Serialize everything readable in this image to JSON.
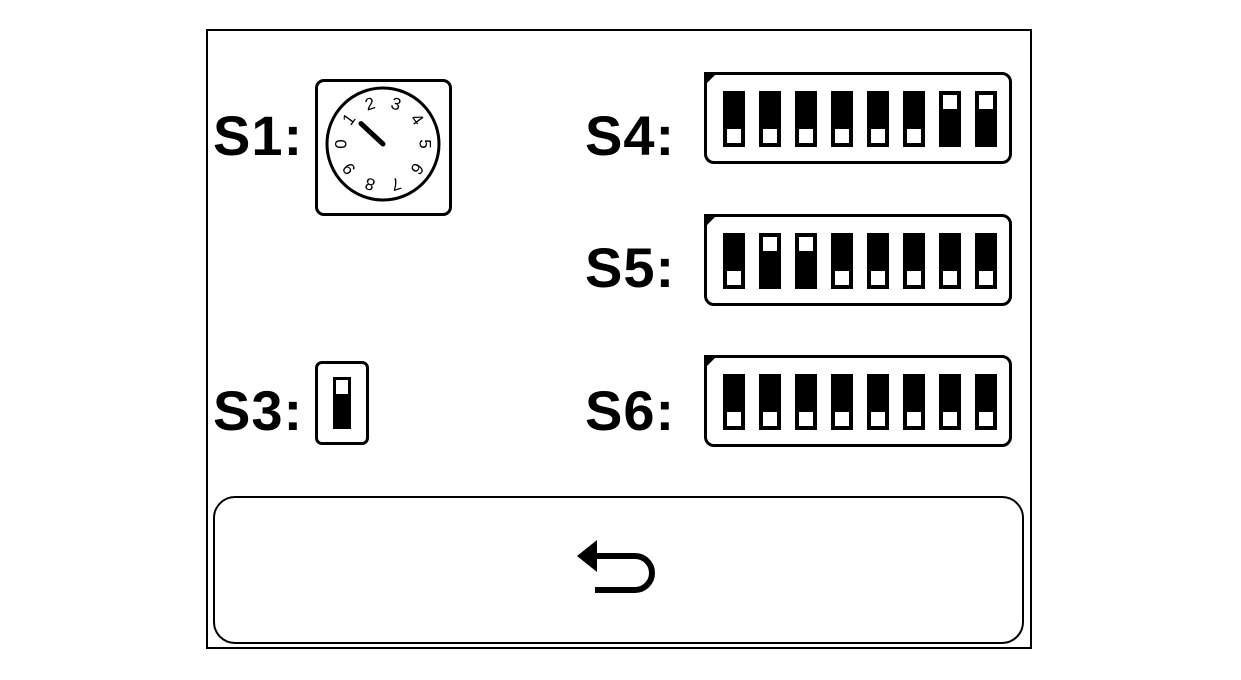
{
  "screen": {
    "s1": {
      "label": "S1:",
      "rotary_position": 1,
      "dial_digits": [
        "0",
        "1",
        "2",
        "3",
        "4",
        "5",
        "6",
        "7",
        "8",
        "9"
      ]
    },
    "s3": {
      "label": "S3:",
      "state": "up"
    },
    "s4": {
      "label": "S4:",
      "switches": [
        "off",
        "off",
        "off",
        "off",
        "off",
        "off",
        "on",
        "on"
      ]
    },
    "s5": {
      "label": "S5:",
      "switches": [
        "off",
        "on",
        "on",
        "off",
        "off",
        "off",
        "off",
        "off"
      ]
    },
    "s6": {
      "label": "S6:",
      "switches": [
        "off",
        "off",
        "off",
        "off",
        "off",
        "off",
        "off",
        "off"
      ]
    },
    "back_button": {
      "icon": "undo-arrow-icon"
    }
  }
}
